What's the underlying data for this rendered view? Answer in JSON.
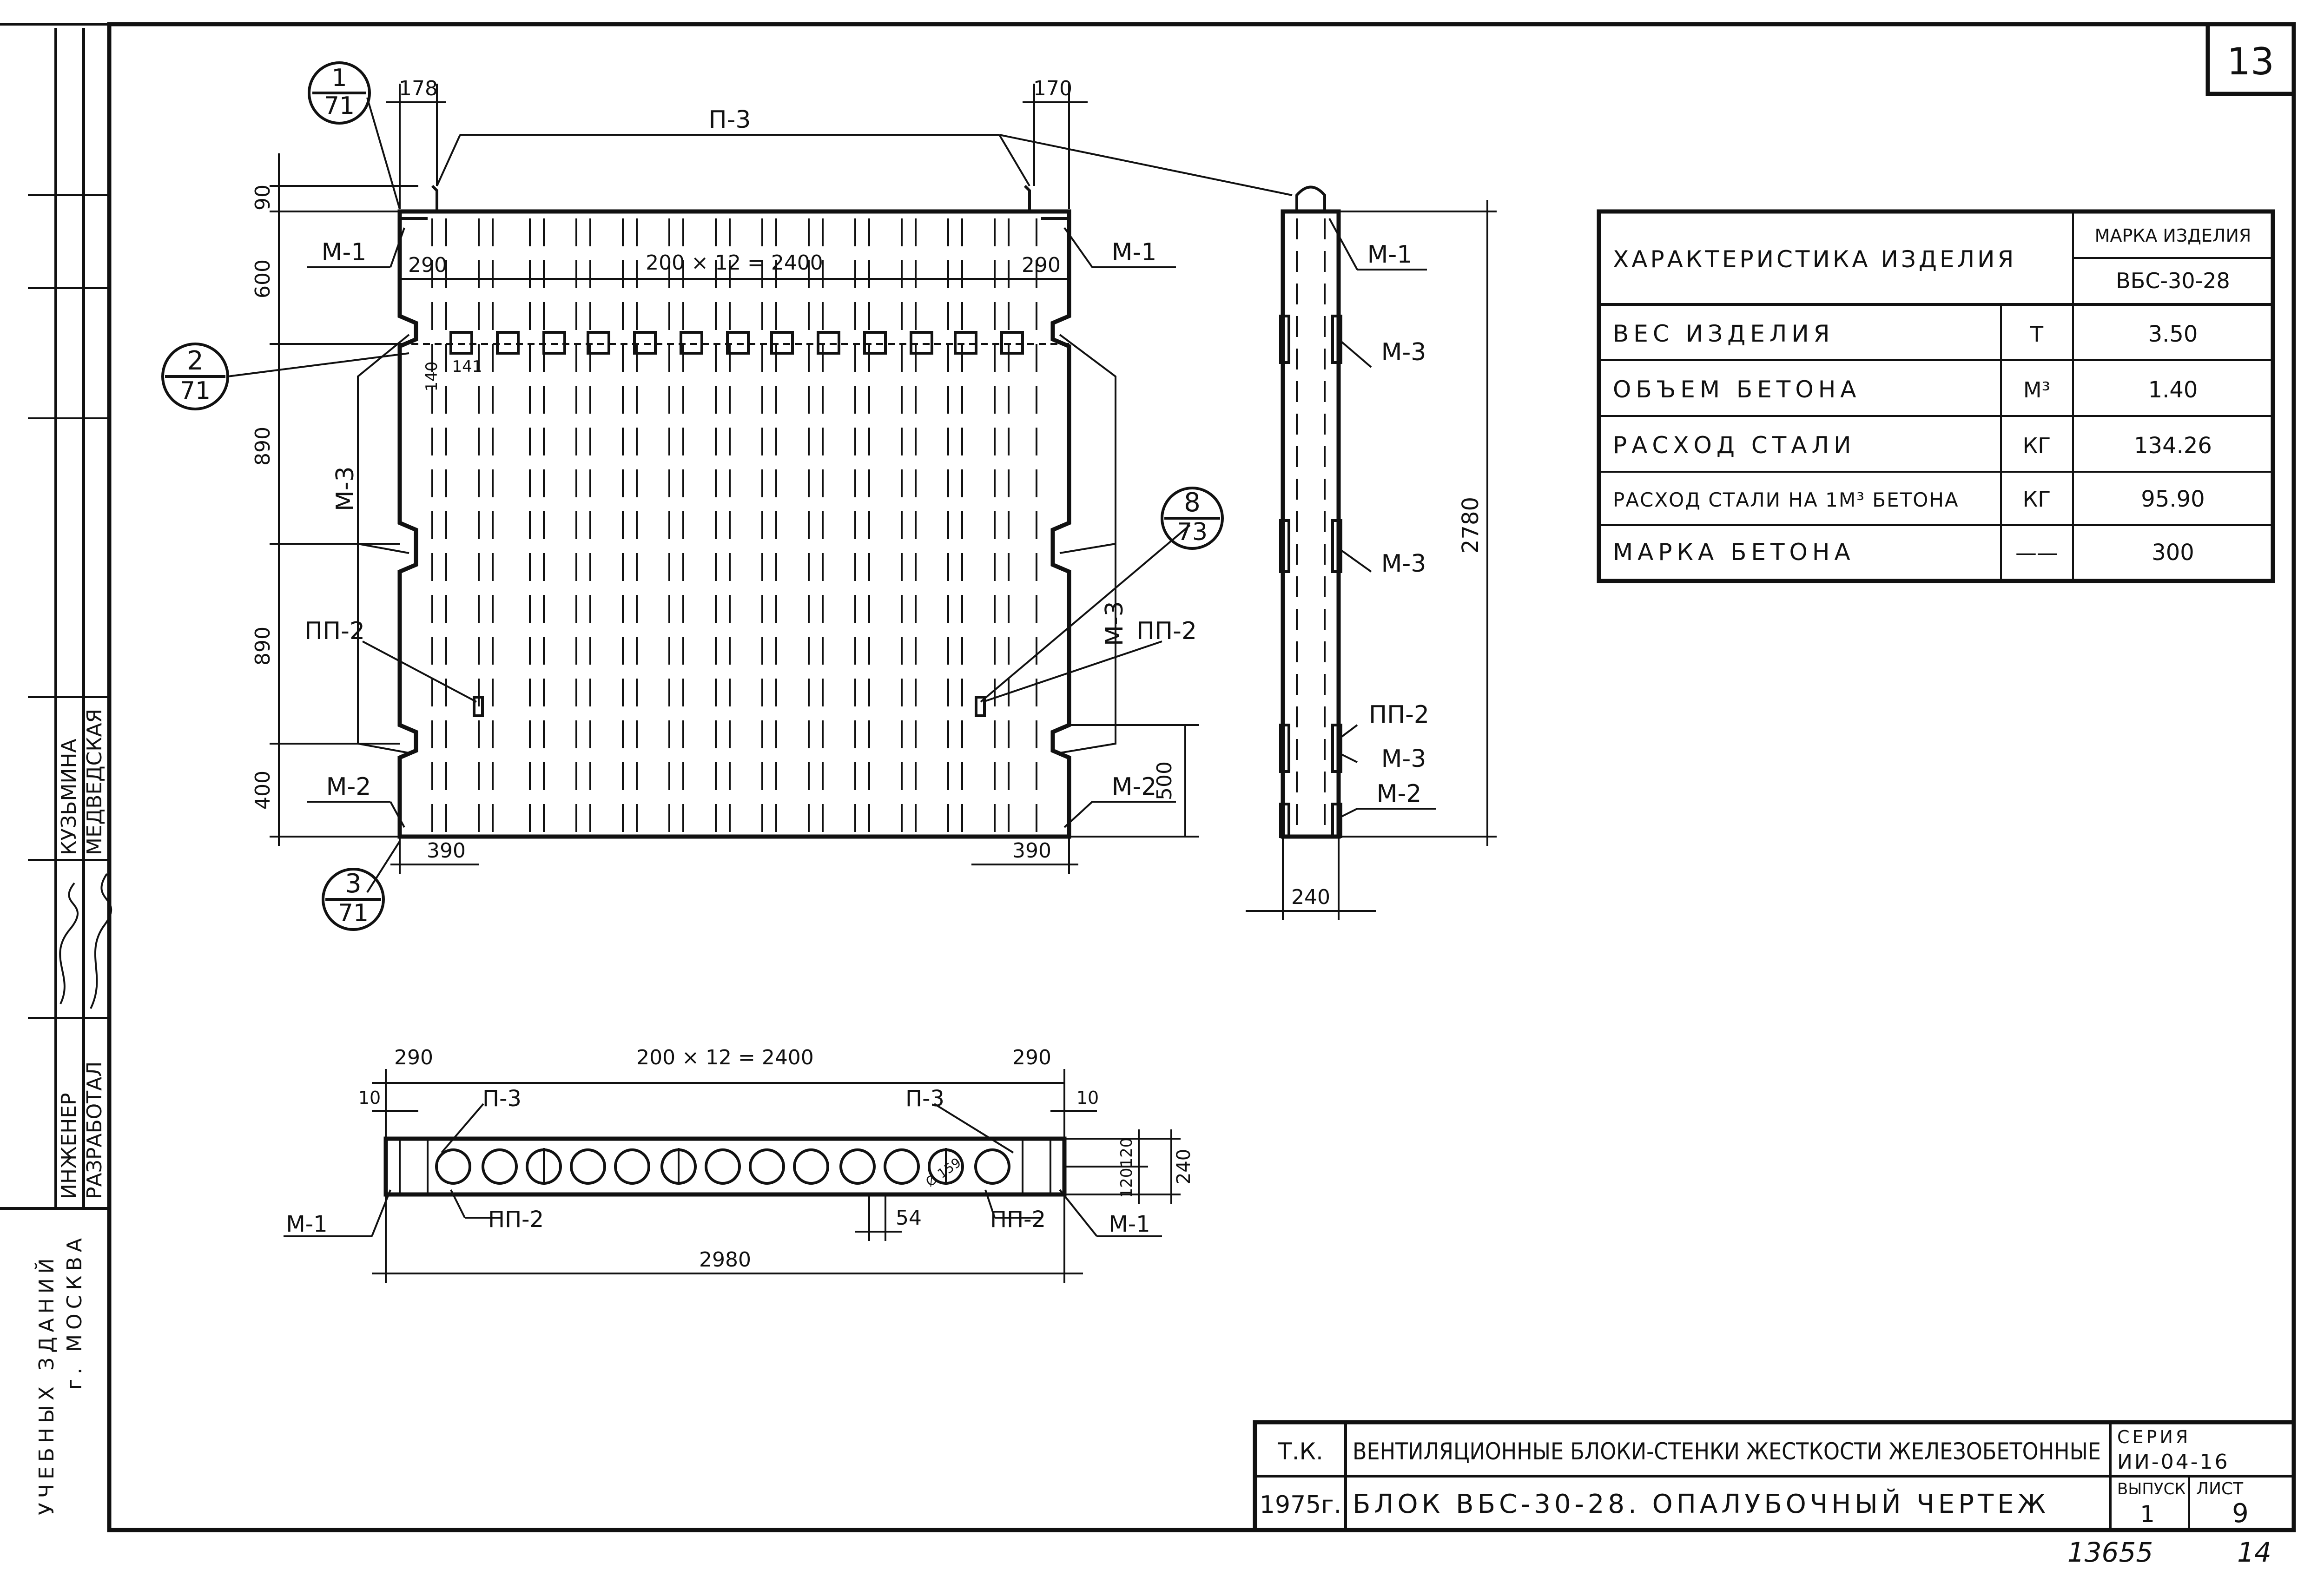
{
  "sheet_number": "13",
  "left_strip": {
    "roles": [
      "ИНЖЕНЕР",
      "РАЗРАБОТАЛ"
    ],
    "names": [
      "КУЗЬМИНА",
      "МЕДВЕДСКАЯ"
    ],
    "org": "УЧЕБНЫХ ЗДАНИЙ",
    "city": "г. МОСКВА"
  },
  "callouts": [
    {
      "top": "1",
      "bottom": "71"
    },
    {
      "top": "2",
      "bottom": "71"
    },
    {
      "top": "3",
      "bottom": "71"
    },
    {
      "top": "8",
      "bottom": "73"
    }
  ],
  "front_view": {
    "labels": {
      "p3": "П-3",
      "m1_left": "М-1",
      "m1_right": "М-1",
      "m2_left": "М-2",
      "m2_right": "М-2",
      "m3_left": "М-3",
      "m3_right": "М-3",
      "pp2_left": "ПП-2",
      "pp2_right": "ПП-2"
    },
    "dims": {
      "top_left": "178",
      "top_right": "170",
      "d90": "90",
      "d290_left": "290",
      "d290_right": "290",
      "pitch": "200 × 12 = 2400",
      "d140": "140",
      "d141": "141",
      "d600": "600",
      "d890a": "890",
      "d890b": "890",
      "d400": "400",
      "d500": "500",
      "d390_left": "390",
      "d390_right": "390"
    }
  },
  "side_view": {
    "labels": {
      "m1": "М-1",
      "m3a": "М-3",
      "m3b": "М-3",
      "m3c": "М-3",
      "pp2": "ПП-2",
      "m2": "М-2"
    },
    "dims": {
      "height": "2780",
      "width": "240"
    }
  },
  "plan_view": {
    "labels": {
      "p3_left": "П-3",
      "p3_right": "П-3",
      "m1_left": "М-1",
      "m1_right": "М-1",
      "pp2_left": "ПП-2",
      "pp2_right": "ПП-2",
      "hole": "Ø 159"
    },
    "dims": {
      "d290_left": "290",
      "d290_right": "290",
      "pitch": "200 × 12 = 2400",
      "d10_left": "10",
      "d10_right": "10",
      "d120_top": "120",
      "d120_bottom": "120",
      "d240": "240",
      "d54": "54",
      "total": "2980"
    }
  },
  "spec_table": {
    "header": "ХАРАКТЕРИСТИКА ИЗДЕЛИЯ",
    "mark_header": "МАРКА ИЗДЕЛИЯ",
    "mark_value": "ВБС-30-28",
    "rows": [
      {
        "name": "ВЕС ИЗДЕЛИЯ",
        "unit": "Т",
        "value": "3.50"
      },
      {
        "name": "ОБЪЕМ БЕТОНА",
        "unit": "М³",
        "value": "1.40"
      },
      {
        "name": "РАСХОД СТАЛИ",
        "unit": "КГ",
        "value": "134.26"
      },
      {
        "name": "РАСХОД СТАЛИ НА 1М³ БЕТОНА",
        "unit": "КГ",
        "value": "95.90"
      },
      {
        "name": "МАРКА БЕТОНА",
        "unit": "——",
        "value": "300"
      }
    ]
  },
  "title_block": {
    "tk": "Т.К.",
    "year": "1975г.",
    "title1": "ВЕНТИЛЯЦИОННЫЕ БЛОКИ-СТЕНКИ ЖЕСТКОСТИ ЖЕЛЕЗОБЕТОННЫЕ",
    "title2": "БЛОК ВБС-30-28. ОПАЛУБОЧНЫЙ ЧЕРТЕЖ",
    "series_label": "СЕРИЯ",
    "series_value": "ИИ-04-16",
    "issue_label": "ВЫПУСК",
    "issue_value": "1",
    "sheet_label": "ЛИСТ",
    "sheet_value": "9"
  },
  "archive_number": "13655",
  "archive_page": "14"
}
